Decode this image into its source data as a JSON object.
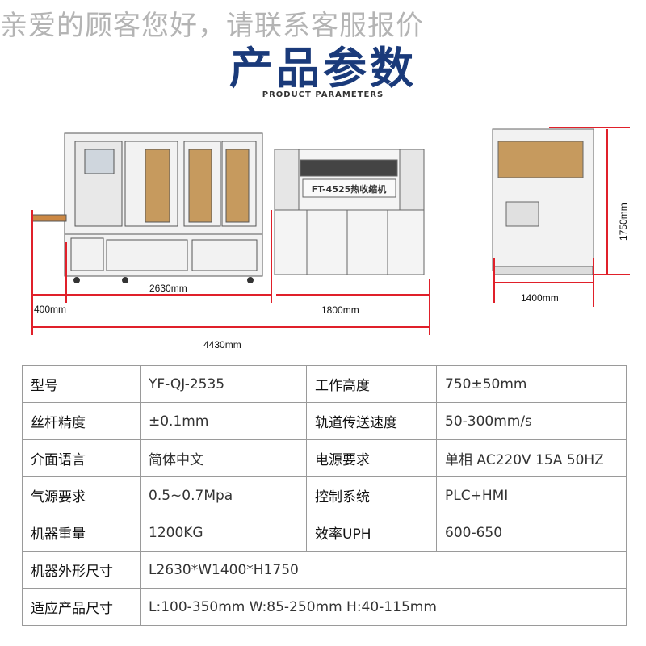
{
  "watermark": "亲爱的顾客您好，请联系客服报价",
  "header": {
    "title": "产品参数",
    "subtitle": "PRODUCT PARAMETERS"
  },
  "machine_label": "FT-4525热收缩机",
  "dimensions": {
    "d400": "400mm",
    "d2630": "2630mm",
    "d1800": "1800mm",
    "d4430": "4430mm",
    "d1400": "1400mm",
    "d1750": "1750mm"
  },
  "specs": {
    "r1": {
      "l1": "型号",
      "v1": "YF-QJ-2535",
      "l2": "工作高度",
      "v2": "750±50mm"
    },
    "r2": {
      "l1": "丝杆精度",
      "v1": "±0.1mm",
      "l2": "轨道传送速度",
      "v2": "50-300mm/s"
    },
    "r3": {
      "l1": "介面语言",
      "v1": "简体中文",
      "l2": "电源要求",
      "v2": "单相 AC220V 15A 50HZ"
    },
    "r4": {
      "l1": "气源要求",
      "v1": "0.5~0.7Mpa",
      "l2": "控制系统",
      "v2": "PLC+HMI"
    },
    "r5": {
      "l1": "机器重量",
      "v1": "1200KG",
      "l2": "效率UPH",
      "v2": "600-650"
    },
    "r6": {
      "l1": "机器外形尺寸",
      "v1": "L2630*W1400*H1750"
    },
    "r7": {
      "l1": "适应产品尺寸",
      "v1": "L:100-350mm W:85-250mm H:40-115mm"
    }
  },
  "colors": {
    "title": "#1a3a7a",
    "dimension_line": "#e0202a"
  }
}
